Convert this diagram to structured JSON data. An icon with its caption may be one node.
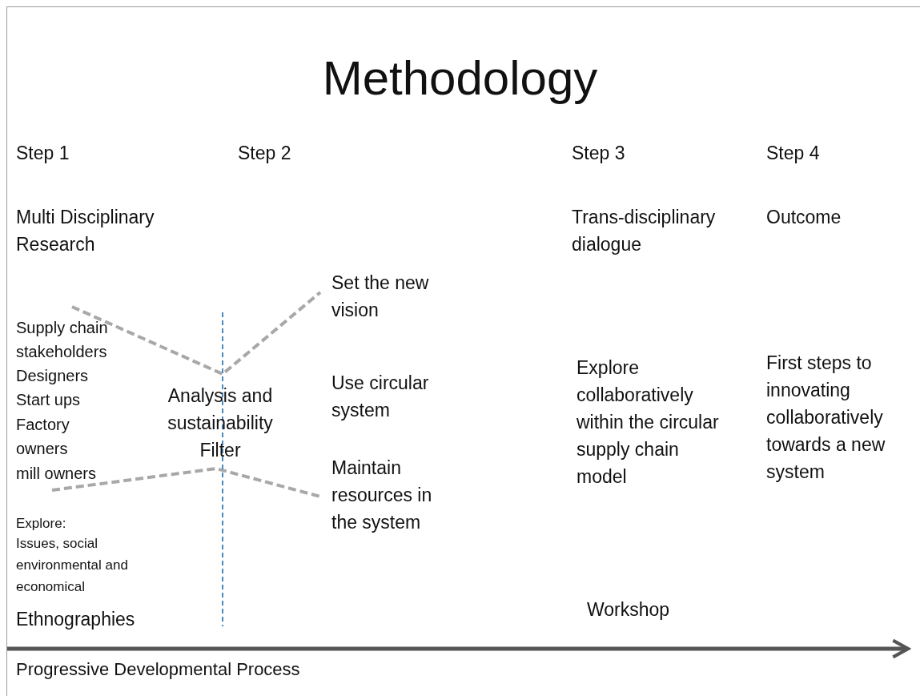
{
  "diagram": {
    "title": "Methodology",
    "labels": [
      "Step 1",
      "Step 2",
      "Step 3",
      "Step 4",
      "Multi Disciplinary Research",
      "Trans-disciplinary dialogue",
      "Outcome",
      "Set the new vision",
      "Supply chain stakeholders",
      "Designers",
      "Start ups",
      "Factory owners",
      "mill owners",
      "Explore collaboratively within the circular supply chain model",
      "First steps to innovating collaboratively towards a new system",
      "Analysis and sustainability Filter",
      "Use circular system",
      "Maintain resources in the system",
      "Explore:",
      "Issues, social environmental and economical",
      "Ethnographies",
      "Workshop",
      "Progressive Developmental Process"
    ]
  }
}
